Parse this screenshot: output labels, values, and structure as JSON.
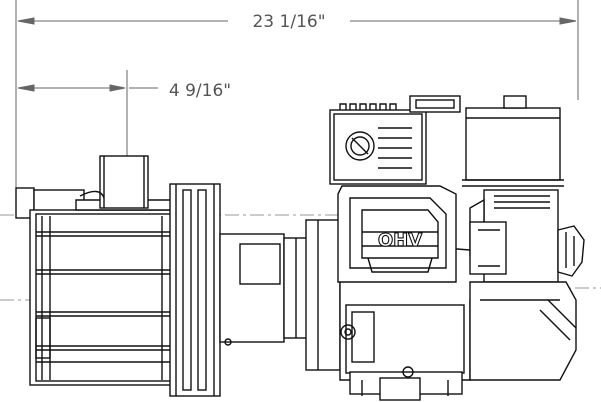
{
  "drawing": {
    "overall_length": "23 1/16\"",
    "inlet_offset": "4 9/16\"",
    "engine_badge": "OHV"
  },
  "colors": {
    "line": "#111111",
    "dimension": "#666666",
    "background": "#ffffff"
  }
}
